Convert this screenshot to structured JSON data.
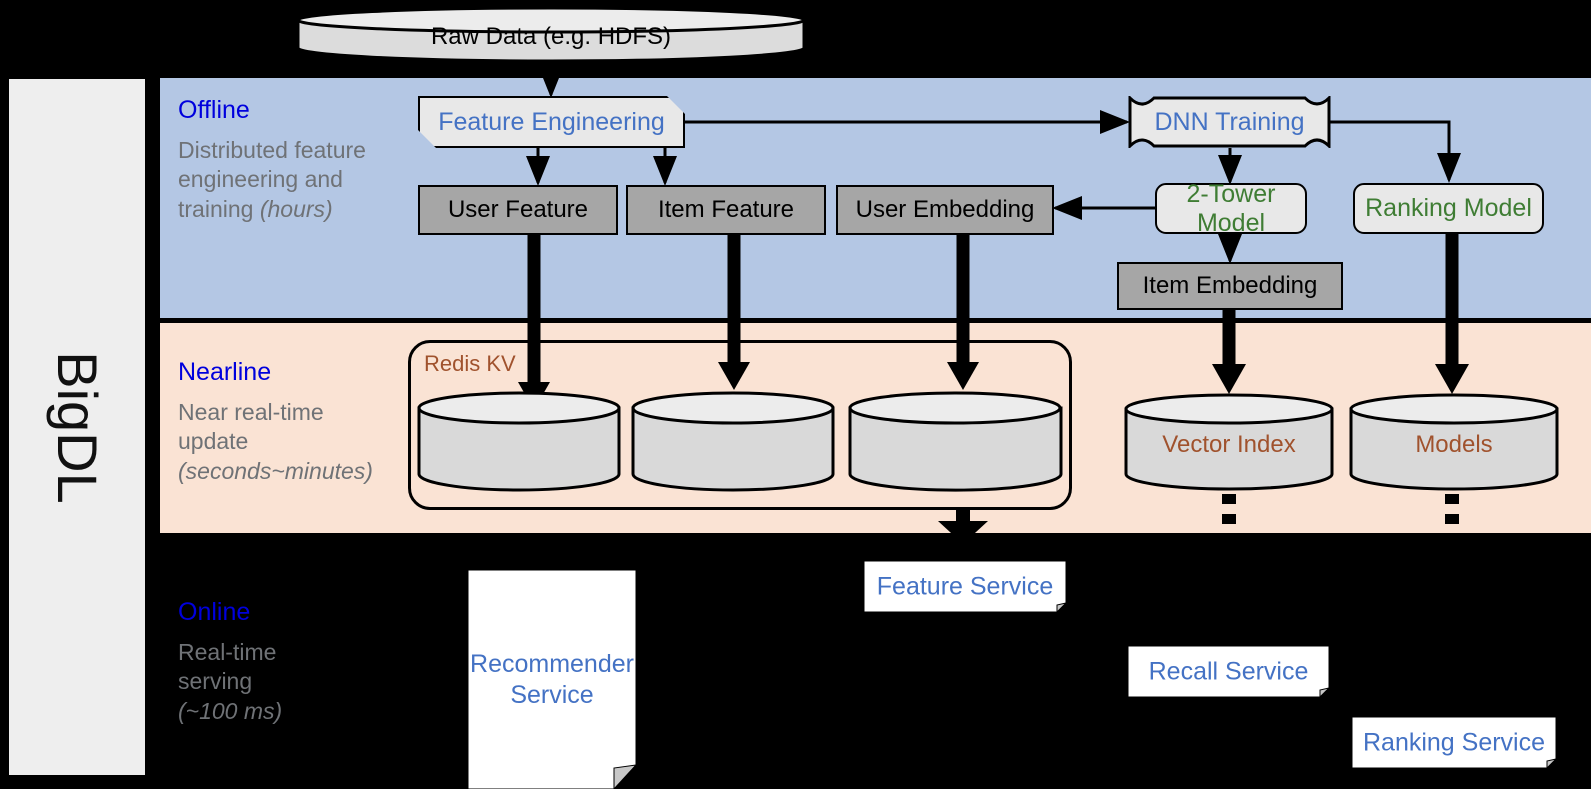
{
  "product": {
    "name": "BigDL"
  },
  "bands": [
    {
      "id": "offline",
      "title": "Offline",
      "desc_line1": "Distributed feature",
      "desc_line2": "engineering and",
      "desc_line3": "training ",
      "desc_em": "(hours)"
    },
    {
      "id": "nearline",
      "title": "Nearline",
      "desc_line1": "Near real-time",
      "desc_line2": "update",
      "desc_line3": "",
      "desc_em": "(seconds~minutes)"
    },
    {
      "id": "online",
      "title": "Online",
      "desc_line1": "Real-time",
      "desc_line2": "serving",
      "desc_line3": "",
      "desc_em": "(~100 ms)"
    }
  ],
  "source": {
    "label": "Raw Data (e.g. HDFS)"
  },
  "offline": {
    "feature_engineering": "Feature Engineering",
    "dnn_training": "DNN Training",
    "user_feature": "User Feature",
    "item_feature": "Item Feature",
    "user_embedding": "User Embedding",
    "two_tower_model": "2-Tower Model",
    "ranking_model": "Ranking Model",
    "item_embedding": "Item Embedding"
  },
  "nearline": {
    "redis_kv": "Redis KV",
    "store_user_feature": "",
    "store_item_feature": "",
    "store_user_embedding": "",
    "vector_index": "Vector Index",
    "models": "Models"
  },
  "online": {
    "recommender_service_l1": "Recommender",
    "recommender_service_l2": "Service",
    "feature_service": "Feature Service",
    "recall_service": "Recall Service",
    "ranking_service": "Ranking Service"
  },
  "colors": {
    "offline_bg": "#b4c7e4",
    "nearline_bg": "#fae3d4",
    "online_bg": "#000000",
    "band_title": "#0000dd",
    "band_desc": "#6f7276",
    "blue_text": "#4472c4",
    "green_text": "#3f7d34",
    "brown_text": "#a0522d",
    "gray_box": "#a6a6a6",
    "light_box": "#e8e8e8",
    "panel_bg": "#eeeeee"
  }
}
